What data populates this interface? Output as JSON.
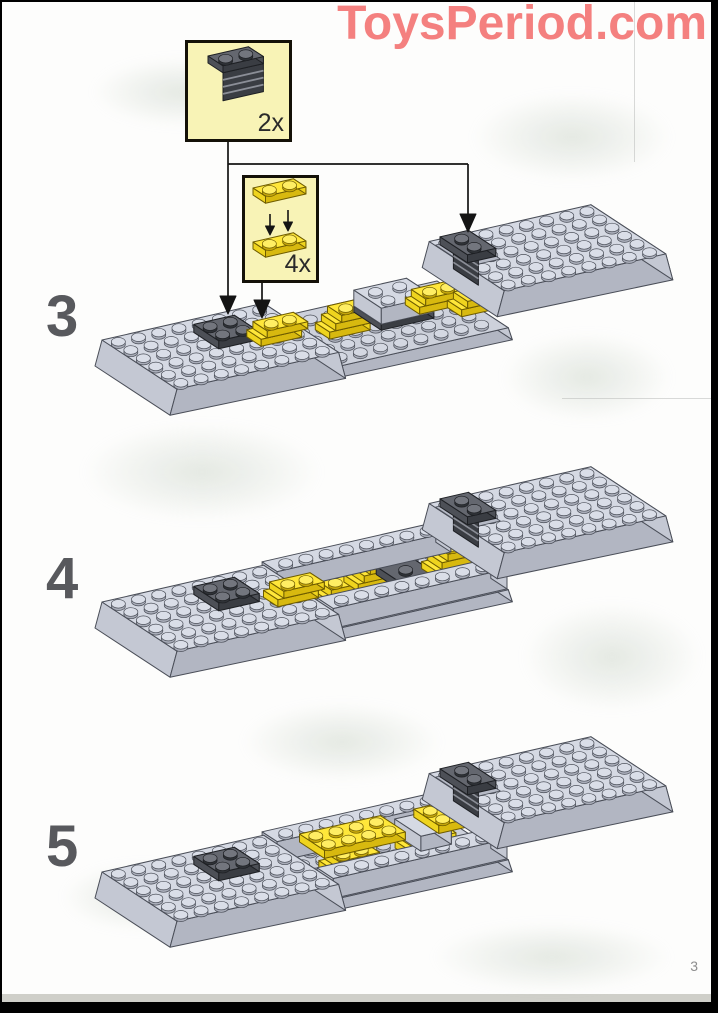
{
  "watermark": {
    "text": "ToysPeriod.com",
    "color": "#f4807f"
  },
  "page_number": "3",
  "steps": [
    {
      "label": "3",
      "callouts": [
        {
          "count": "2x",
          "part": "dark-gray-1x2-plate-with-ladder"
        },
        {
          "count": "4x",
          "part": "yellow-1x2-plate"
        }
      ]
    },
    {
      "label": "4",
      "callouts": []
    },
    {
      "label": "5",
      "callouts": []
    }
  ],
  "colors": {
    "callout_bg": "#f8f3b6",
    "plate_gray": "#d5d9e3",
    "part_yellow": "#ffe73a",
    "part_dark": "#64676f",
    "watermark_pink": "#f4807f"
  }
}
